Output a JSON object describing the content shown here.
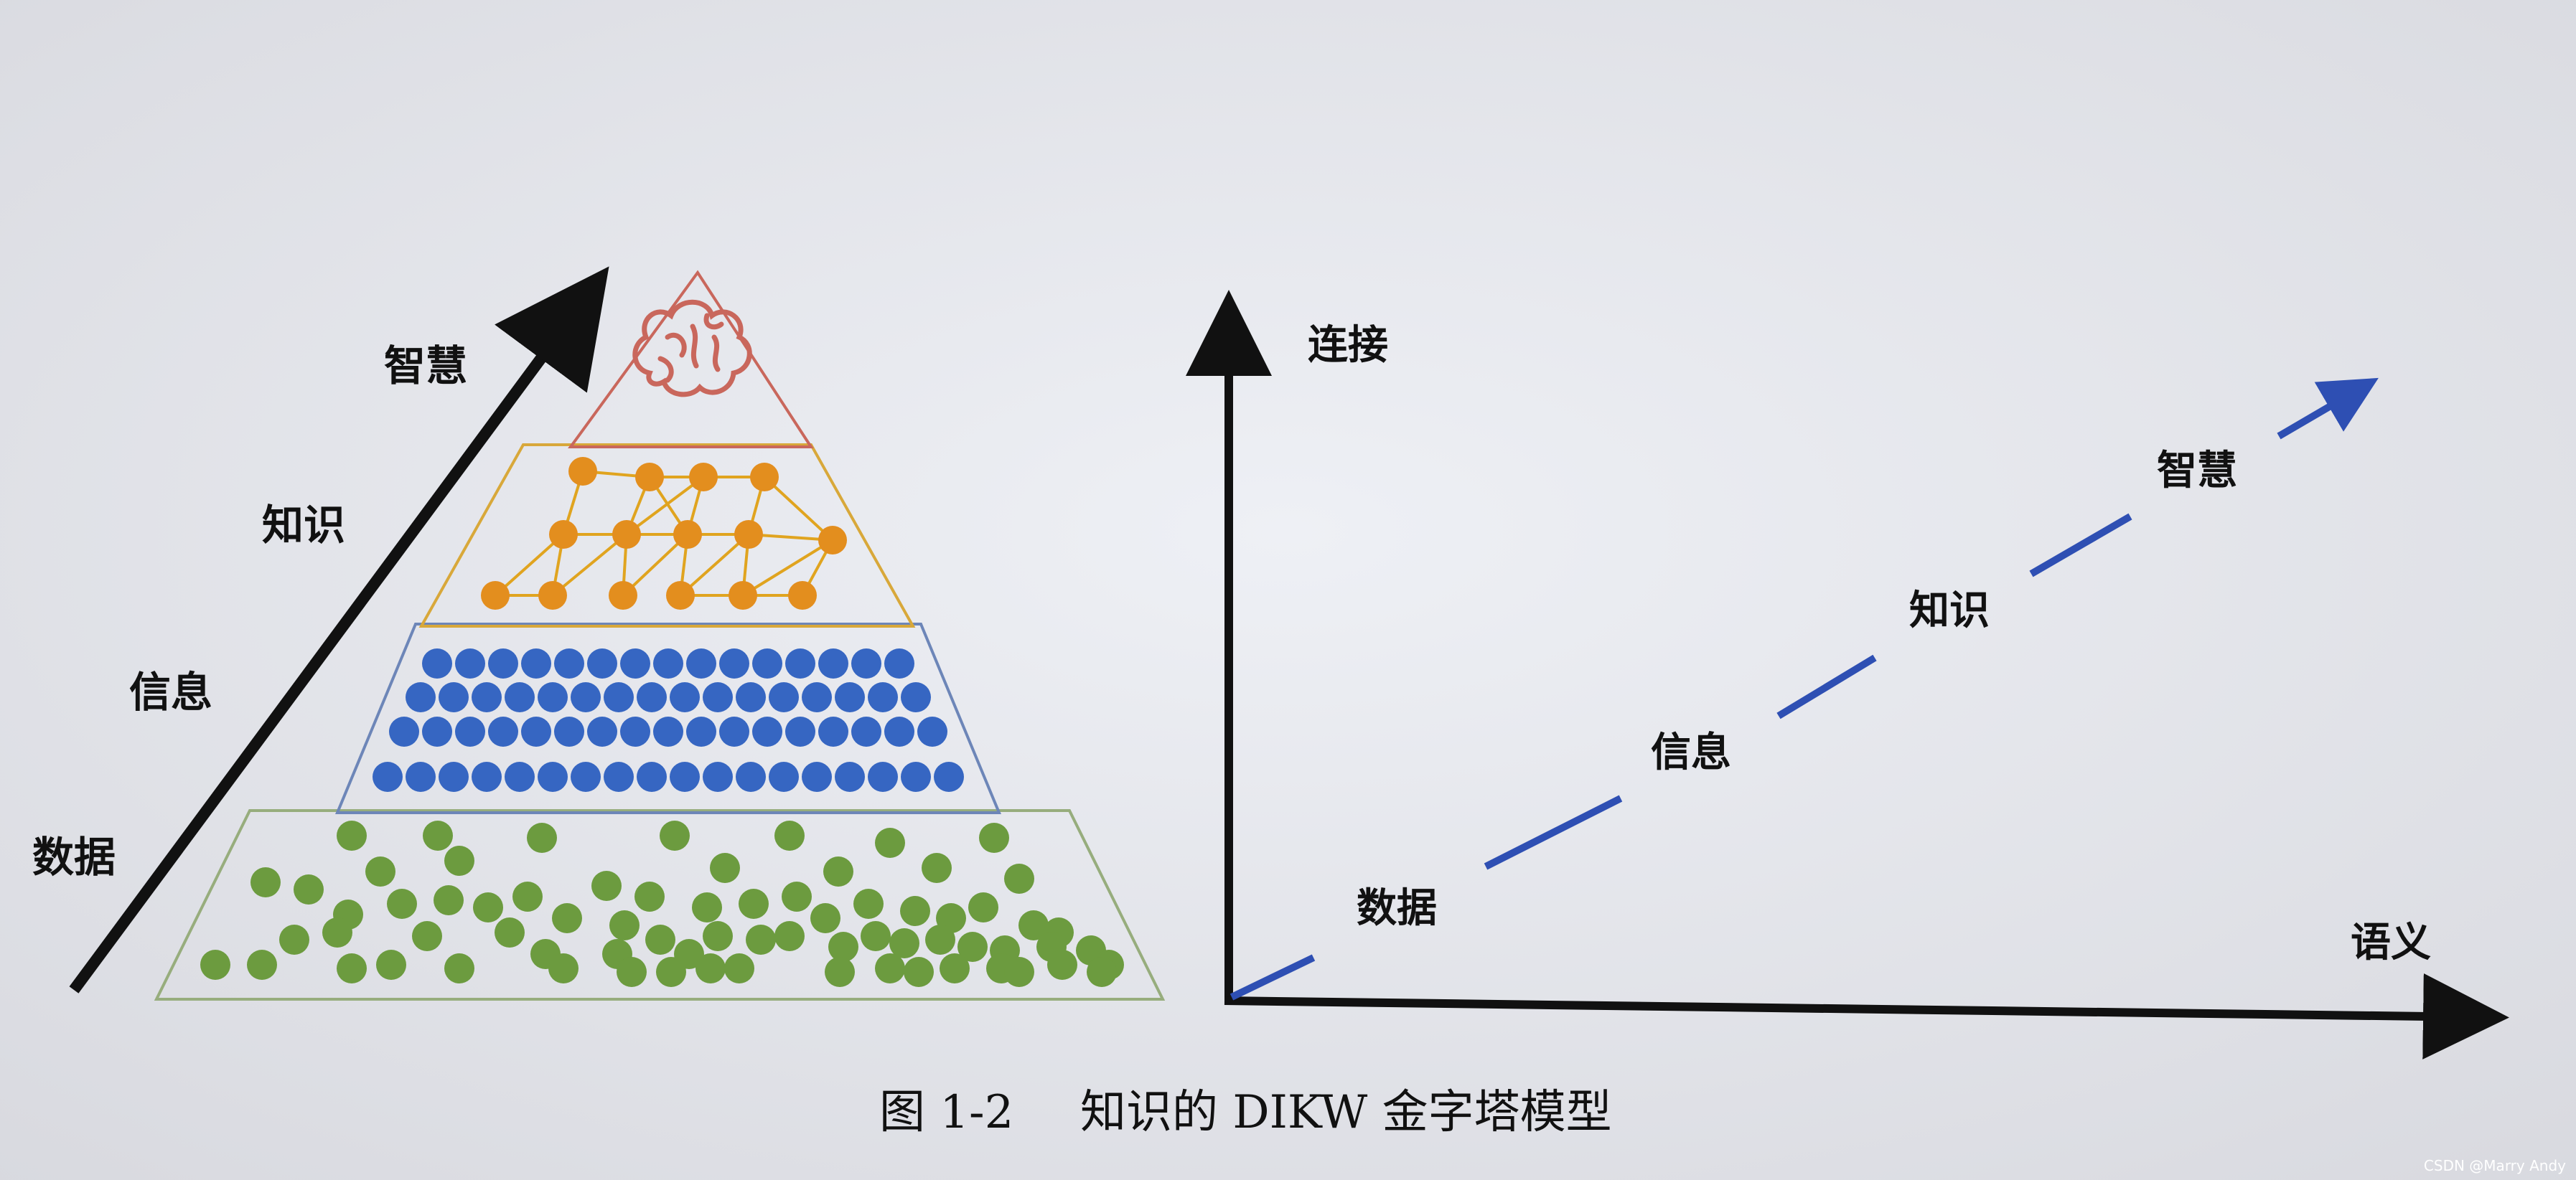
{
  "pyramid": {
    "axis_labels": [
      "智慧",
      "知识",
      "信息",
      "数据"
    ],
    "colors": {
      "wisdom_border": "#c9675c",
      "knowledge_border": "#d8a83a",
      "information_border": "#6d86b8",
      "data_border": "#97ad7d",
      "brain": "#c9675c",
      "knowledge_node": "#e38e1e",
      "knowledge_link": "#e0a41f",
      "information_dot": "#3666c2",
      "data_dot": "#6c9b3f",
      "arrow": "#111111"
    }
  },
  "chart": {
    "y_axis_label": "连接",
    "x_axis_label": "语义",
    "points": [
      "数据",
      "信息",
      "知识",
      "智慧"
    ],
    "colors": {
      "line": "#2e4fb3",
      "axis": "#111111"
    }
  },
  "caption": {
    "figure_number": "图 1-2",
    "title": "知识的 DIKW 金字塔模型"
  },
  "watermark": "CSDN @Marry Andy"
}
